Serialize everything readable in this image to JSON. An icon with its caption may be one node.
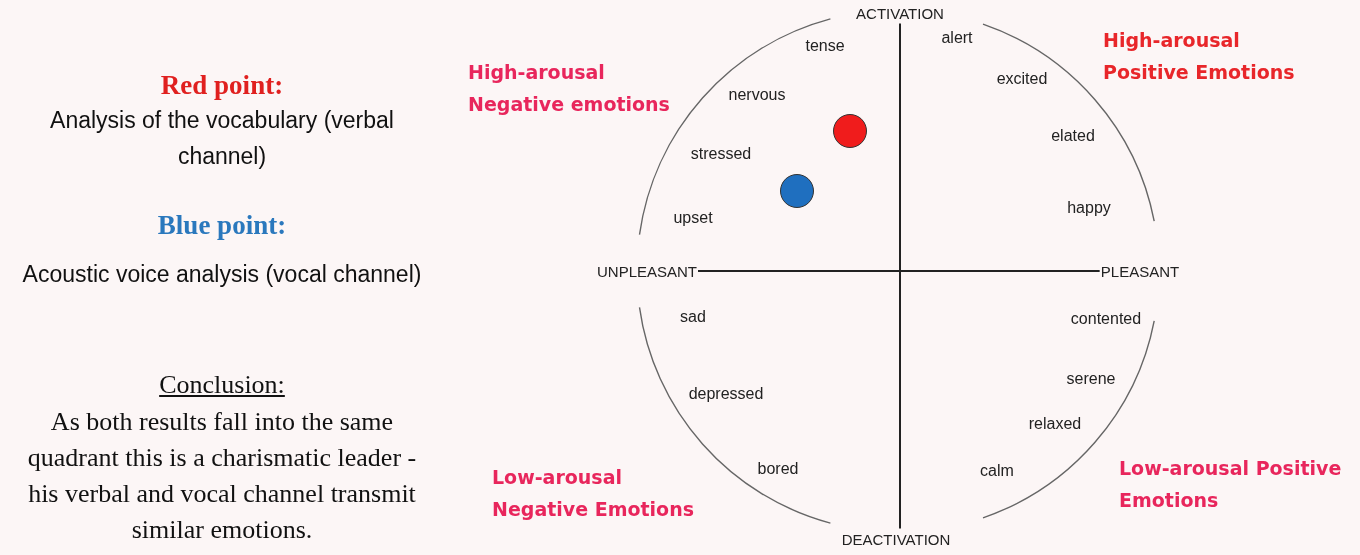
{
  "diagram": {
    "nodes": [
      {
        "text": [
          "ACTIVATION"
        ]
      },
      {
        "text": [
          "UNPLEASANT"
        ]
      },
      {
        "text": [
          "PLEASANT"
        ]
      },
      {
        "text": [
          "DEACTIVATION"
        ]
      },
      {
        "text": [],
        "shape": "circle"
      },
      {
        "text": [],
        "shape": "circle"
      }
    ],
    "edges": [
      {
        "from": 1,
        "to": 2,
        "arrow": "none"
      },
      {
        "from": 0,
        "to": 3,
        "arrow": "none"
      }
    ],
    "labels": [
      "Red point:",
      "Analysis of the vocabulary (verbal channel)",
      "Blue point:",
      "Acoustic voice analysis (vocal channel)",
      "Conclusion:",
      "As both results fall into the same quadrant this is a charismatic leader - his verbal and vocal channel transmit similar emotions.",
      "tense",
      "alert",
      "High-arousal Positive Emotions",
      "High-arousal Negative emotions",
      "excited",
      "nervous",
      "elated",
      "stressed",
      "upset",
      "happy",
      "sad",
      "contented",
      "serene",
      "depressed",
      "relaxed",
      "Low-arousal Positive Emotions",
      "bored",
      "calm",
      "Low-arousal Negative Emotions"
    ]
  }
}
